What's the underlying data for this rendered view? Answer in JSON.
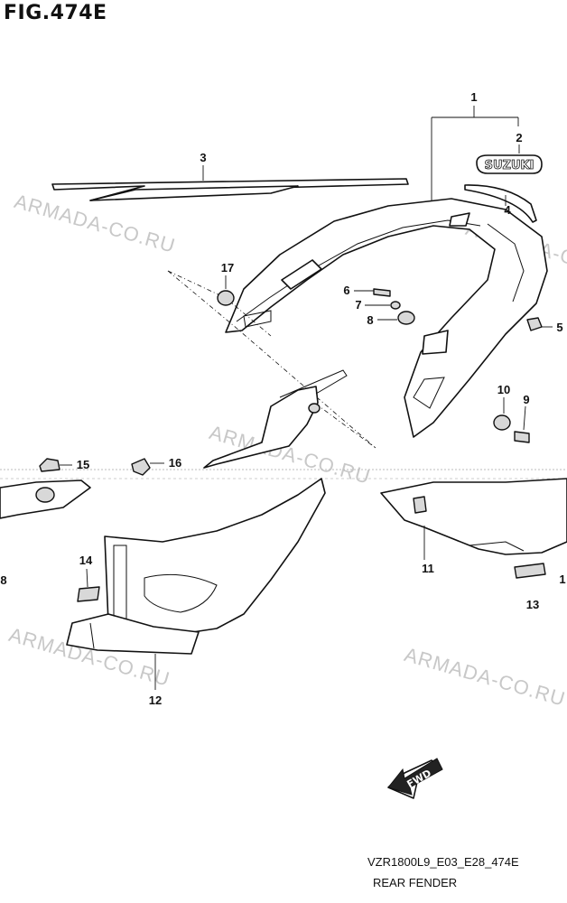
{
  "figure": {
    "title": "FIG.474E",
    "code": "VZR1800L9_E03_E28_474E",
    "caption": "REAR FENDER"
  },
  "watermark": {
    "text": "ARMADA-CO.RU",
    "color": "#c8c8c8"
  },
  "badge": {
    "text": "SUZUKI"
  },
  "fwd_arrow": {
    "text": "FWD"
  },
  "callouts": {
    "c1": "1",
    "c2": "2",
    "c3": "3",
    "c4": "4",
    "c5": "5",
    "c6": "6",
    "c7": "7",
    "c8": "8",
    "c8b": "8",
    "c9": "9",
    "c10": "10",
    "c11": "11",
    "c12": "12",
    "c13": "13",
    "c14": "14",
    "c15": "15",
    "c16": "16",
    "c17": "17",
    "c1b": "1"
  },
  "colors": {
    "line": "#111111",
    "shade": "#d8d8d8"
  }
}
